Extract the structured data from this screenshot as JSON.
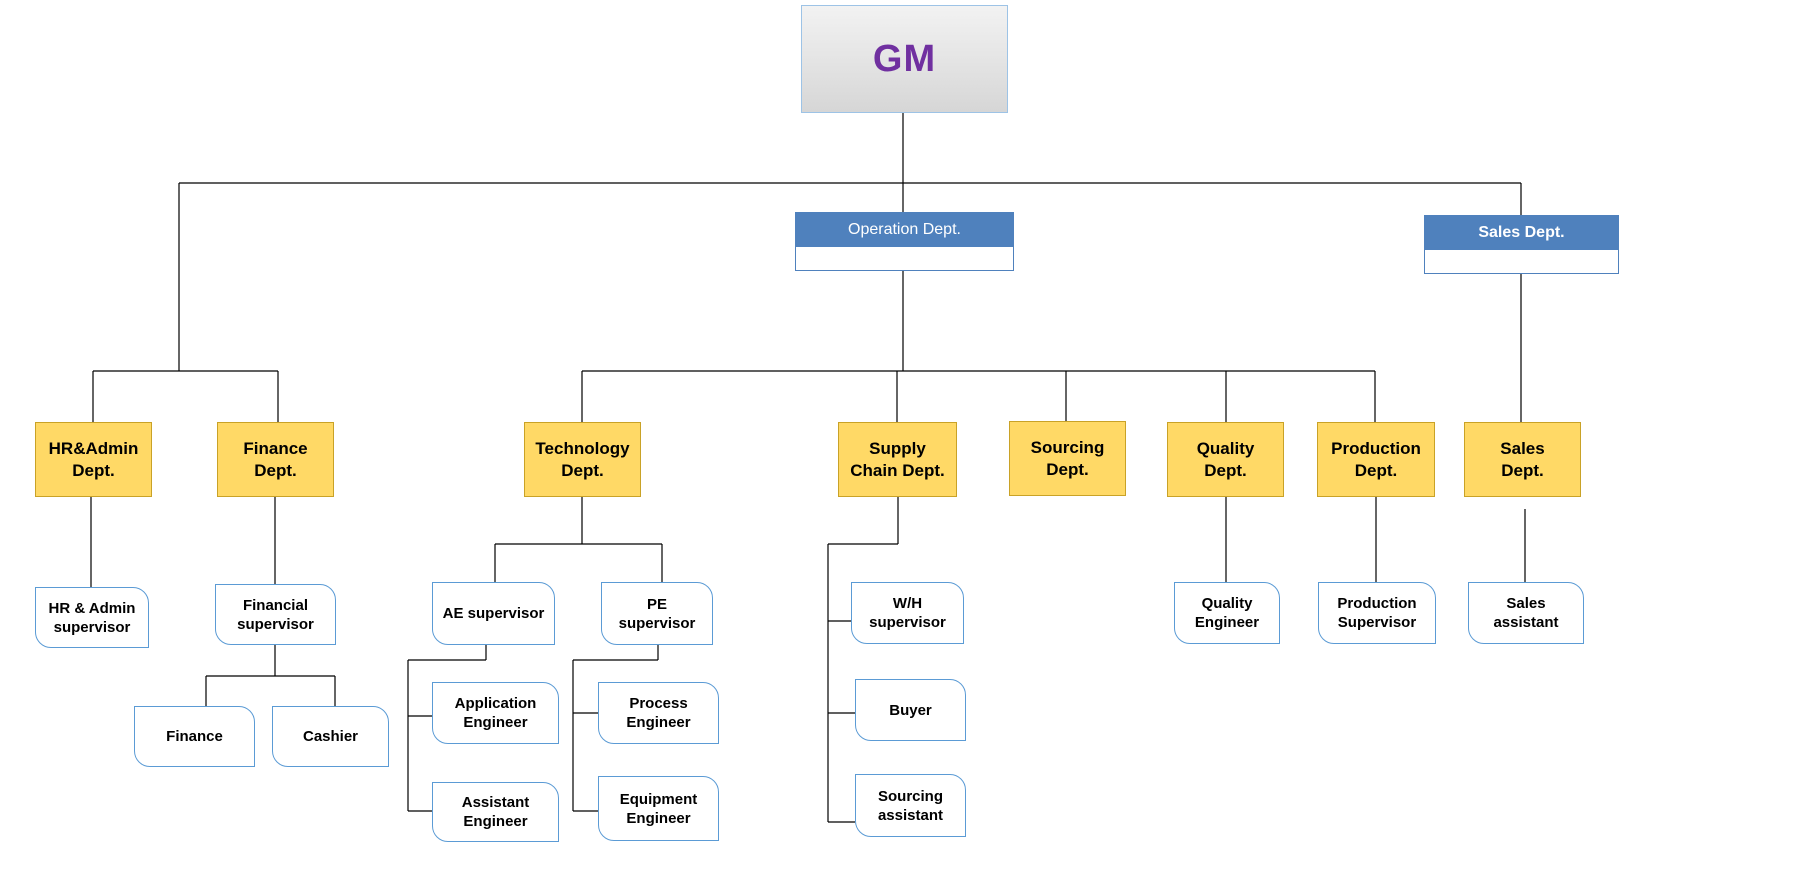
{
  "gm": {
    "label": "GM"
  },
  "departments": {
    "operation": "Operation Dept.",
    "sales_top": "Sales Dept."
  },
  "units": {
    "hr_admin": "HR&Admin\nDept.",
    "finance": "Finance\nDept.",
    "technology": "Technology\nDept.",
    "supply_chain": "Supply\nChain Dept.",
    "sourcing": "Sourcing\nDept.",
    "quality": "Quality\nDept.",
    "production": "Production\nDept.",
    "sales": "Sales\nDept."
  },
  "roles": {
    "hr_admin_supervisor": "HR & Admin\nsupervisor",
    "financial_supervisor": "Financial\nsupervisor",
    "finance": "Finance",
    "cashier": "Cashier",
    "ae_supervisor": "AE supervisor",
    "pe_supervisor": "PE\nsupervisor",
    "application_engineer": "Application\nEngineer",
    "assistant_engineer": "Assistant\nEngineer",
    "process_engineer": "Process\nEngineer",
    "equipment_engineer": "Equipment\nEngineer",
    "wh_supervisor": "W/H\nsupervisor",
    "buyer": "Buyer",
    "sourcing_assistant": "Sourcing\nassistant",
    "quality_engineer": "Quality\nEngineer",
    "production_supervisor": "Production\nSupervisor",
    "sales_assistant": "Sales\nassistant"
  },
  "colors": {
    "gm_text": "#7030a0",
    "dept_header": "#4f81bd",
    "unit_fill": "#ffd966",
    "role_border": "#5b9bd5",
    "connector": "#000000"
  }
}
